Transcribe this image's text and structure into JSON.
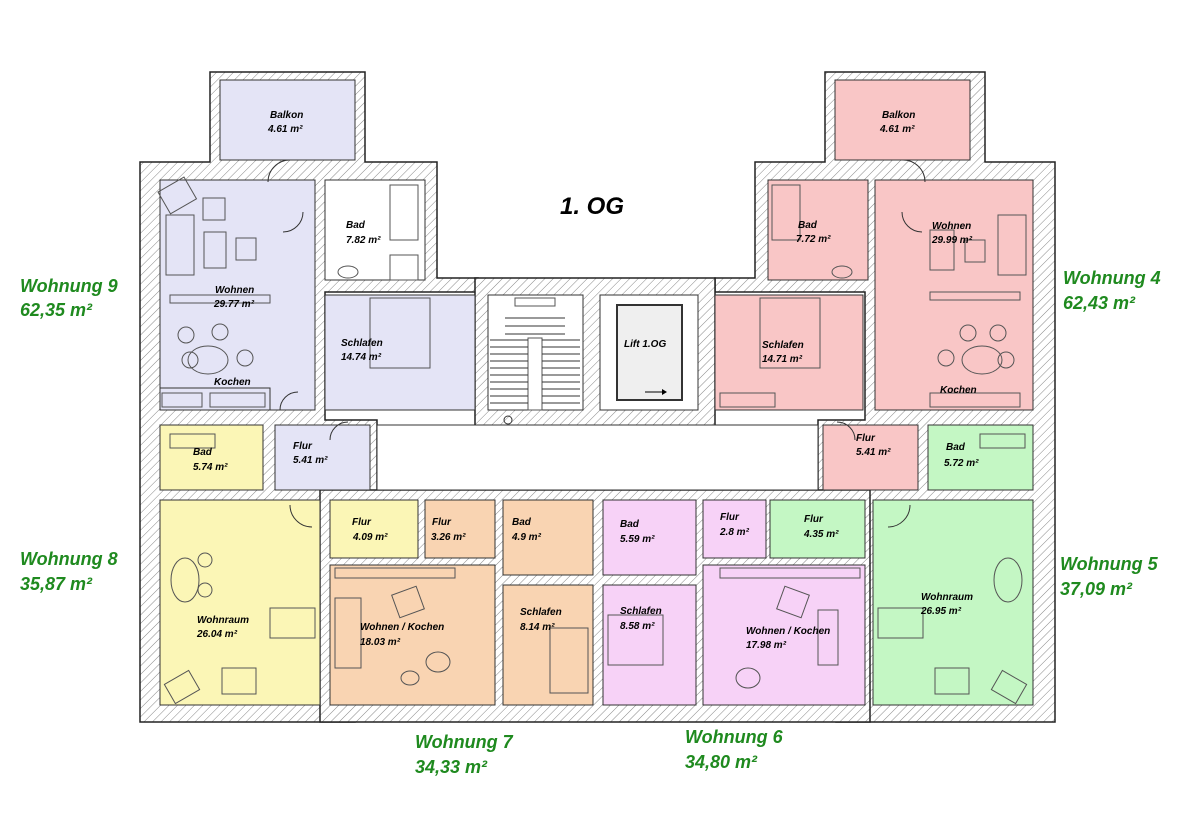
{
  "floor_title": "1. OG",
  "colors": {
    "w9": "#e4e4f6",
    "w4": "#f9c6c6",
    "w8": "#fbf6b6",
    "w7": "#f9d4b2",
    "w6": "#f7d2f7",
    "w5": "#c4f7c4",
    "label_green": "#1f8a1f",
    "wall": "#ffffff"
  },
  "apartments": {
    "w9": {
      "name": "Wohnung 9",
      "area": "62,35 m²"
    },
    "w4": {
      "name": "Wohnung 4",
      "area": "62,43 m²"
    },
    "w8": {
      "name": "Wohnung 8",
      "area": "35,87 m²"
    },
    "w5": {
      "name": "Wohnung 5",
      "area": "37,09 m²"
    },
    "w7": {
      "name": "Wohnung 7",
      "area": "34,33 m²"
    },
    "w6": {
      "name": "Wohnung 6",
      "area": "34,80 m²"
    }
  },
  "rooms": {
    "w9_balkon": {
      "name": "Balkon",
      "area": "4.61 m²"
    },
    "w9_bad": {
      "name": "Bad",
      "area": "7.82 m²"
    },
    "w9_wohnen": {
      "name": "Wohnen",
      "area": "29.77 m²"
    },
    "w9_schlafen": {
      "name": "Schlafen",
      "area": "14.74 m²"
    },
    "w9_kochen": {
      "name": "Kochen"
    },
    "w8_bad": {
      "name": "Bad",
      "area": "5.74 m²"
    },
    "w9_flur": {
      "name": "Flur",
      "area": "5.41 m²"
    },
    "w8_flur": {
      "name": "Flur",
      "area": "4.09 m²"
    },
    "w8_wohnraum": {
      "name": "Wohnraum",
      "area": "26.04 m²"
    },
    "w7_flur": {
      "name": "Flur",
      "area": "3.26 m²"
    },
    "w7_bad": {
      "name": "Bad",
      "area": "4.9 m²"
    },
    "w7_wohnen": {
      "name": "Wohnen / Kochen",
      "area": "18.03 m²"
    },
    "w7_schlafen": {
      "name": "Schlafen",
      "area": "8.14 m²"
    },
    "lift": {
      "name": "Lift 1.OG"
    },
    "w4_balkon": {
      "name": "Balkon",
      "area": "4.61 m²"
    },
    "w4_bad": {
      "name": "Bad",
      "area": "7.72 m²"
    },
    "w4_wohnen": {
      "name": "Wohnen",
      "area": "29.99 m²"
    },
    "w4_schlafen": {
      "name": "Schlafen",
      "area": "14.71 m²"
    },
    "w4_kochen": {
      "name": "Kochen"
    },
    "w4_flur": {
      "name": "Flur",
      "area": "5.41 m²"
    },
    "w5_bad": {
      "name": "Bad",
      "area": "5.72 m²"
    },
    "w6_bad": {
      "name": "Bad",
      "area": "5.59 m²"
    },
    "w6_flur": {
      "name": "Flur",
      "area": "2.8 m²"
    },
    "w5_flur": {
      "name": "Flur",
      "area": "4.35 m²"
    },
    "w6_schlafen": {
      "name": "Schlafen",
      "area": "8.58 m²"
    },
    "w6_wohnen": {
      "name": "Wohnen / Kochen",
      "area": "17.98 m²"
    },
    "w5_wohnraum": {
      "name": "Wohnraum",
      "area": "26.95 m²"
    }
  }
}
